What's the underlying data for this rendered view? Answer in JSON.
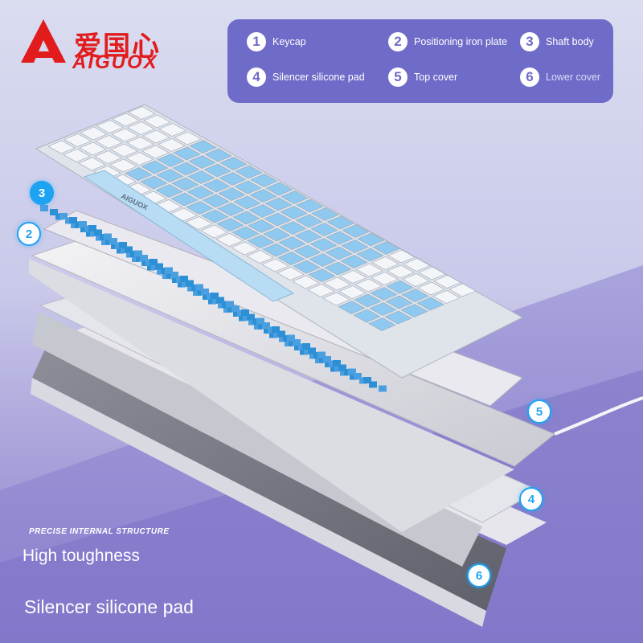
{
  "brand": {
    "name": "爱国心",
    "sub": "AIGUOX",
    "color": "#e21c1c"
  },
  "legend": {
    "items": [
      {
        "num": "1",
        "label": "Keycap"
      },
      {
        "num": "2",
        "label": "Positioning iron plate"
      },
      {
        "num": "3",
        "label": "Shaft body"
      },
      {
        "num": "4",
        "label": "Silencer silicone pad"
      },
      {
        "num": "5",
        "label": "Top cover"
      },
      {
        "num": "6",
        "label": "Lower cover"
      }
    ]
  },
  "callouts": [
    "3",
    "2",
    "5",
    "4",
    "6"
  ],
  "keyboard": {
    "logo": "AIGUOX"
  },
  "captions": {
    "structure": "PRECISE INTERNAL STRUCTURE",
    "toughness": "High toughness",
    "silencer": "Silencer silicone pad"
  },
  "colors": {
    "accent_blue": "#1ea3f2",
    "panel": "#6f6bc8",
    "keycap_blue": "#8fc9ef",
    "keycap_white": "#f4f5f8"
  }
}
